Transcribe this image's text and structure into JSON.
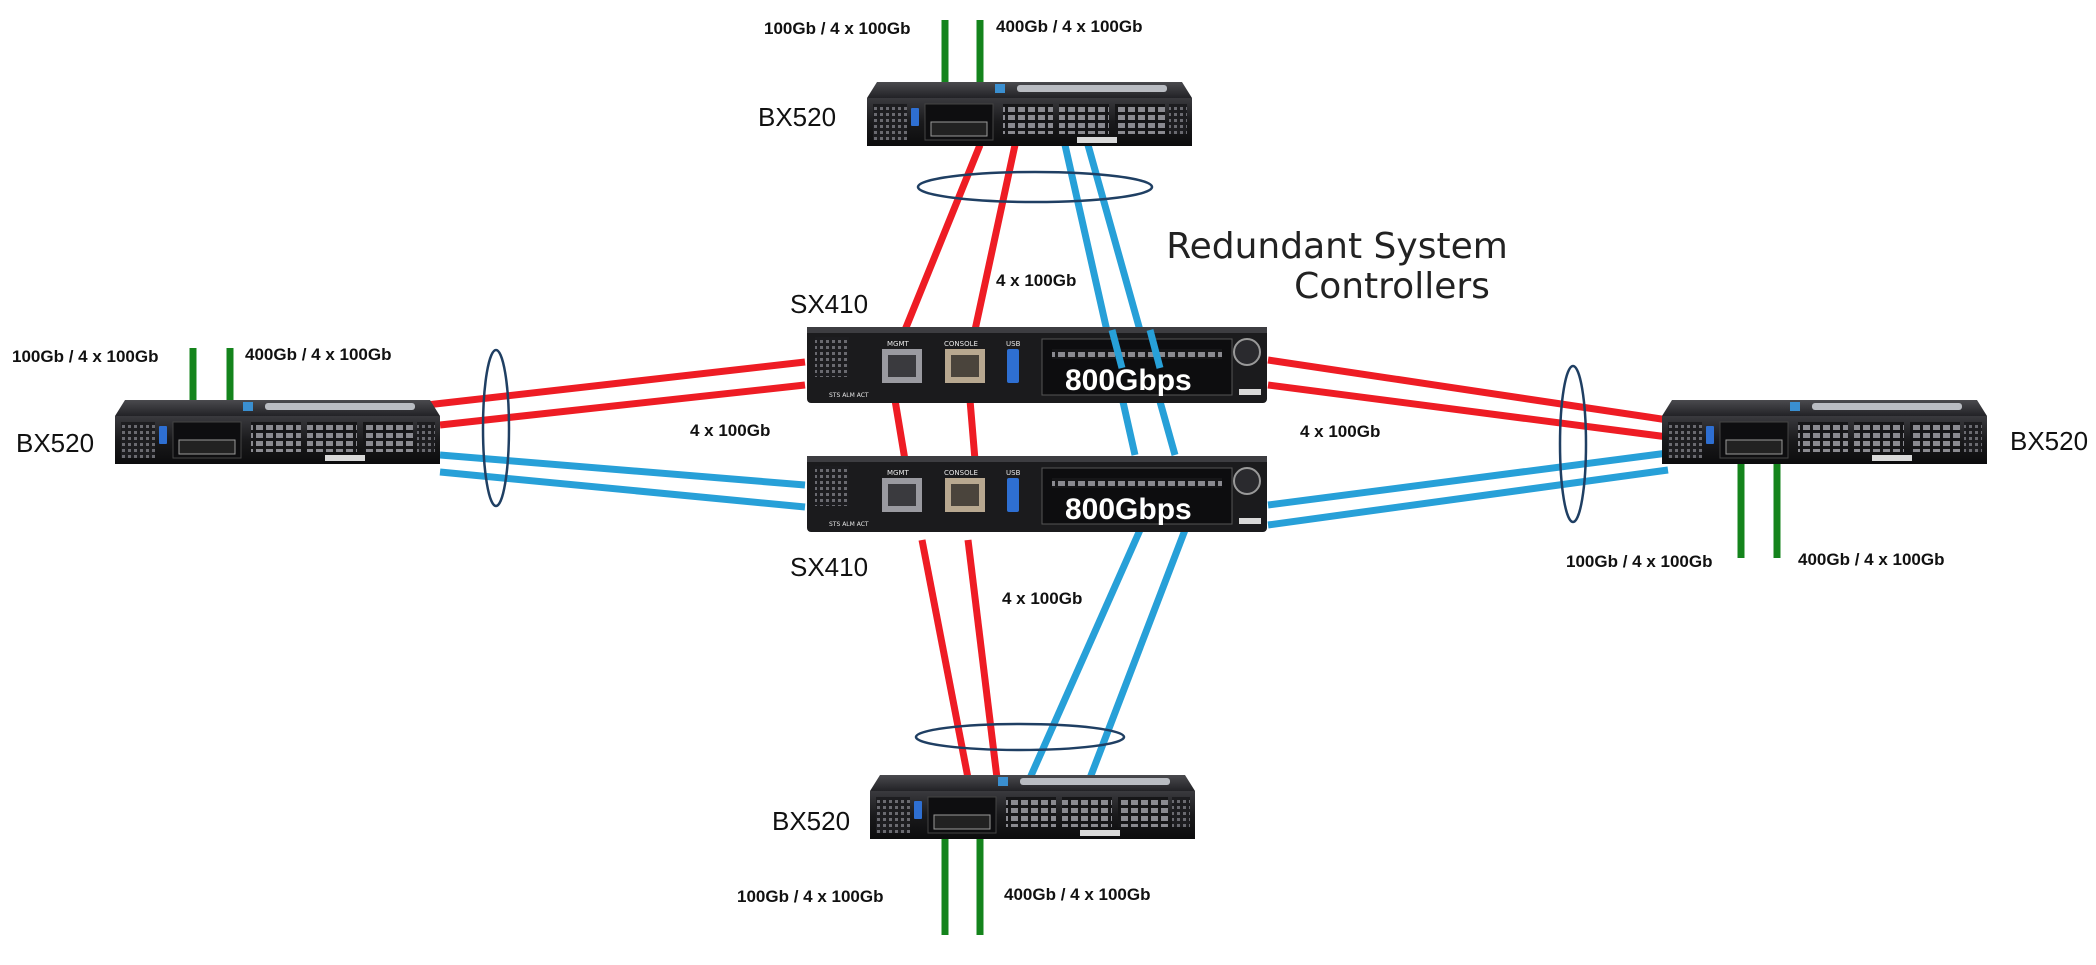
{
  "title": {
    "line1": "Redundant System",
    "line2": "Controllers"
  },
  "controllers": [
    {
      "model": "SX410",
      "throughput": "800Gbps",
      "mgmt_label": "MGMT",
      "console_label": "CONSOLE",
      "usb_label": "USB",
      "leds": "STS ALM ACT"
    },
    {
      "model": "SX410",
      "throughput": "800Gbps",
      "mgmt_label": "MGMT",
      "console_label": "CONSOLE",
      "usb_label": "USB",
      "leds": "STS ALM ACT"
    }
  ],
  "nodes": {
    "top": {
      "model": "BX520",
      "uplink_left": "100Gb / 4 x 100Gb",
      "uplink_right": "400Gb / 4 x 100Gb",
      "lag_label": "4 x 100Gb"
    },
    "left": {
      "model": "BX520",
      "uplink_left": "100Gb / 4 x 100Gb",
      "uplink_right": "400Gb / 4 x 100Gb",
      "lag_label": "4 x 100Gb"
    },
    "right": {
      "model": "BX520",
      "uplink_left": "100Gb / 4 x 100Gb",
      "uplink_right": "400Gb / 4 x 100Gb",
      "lag_label": "4 x 100Gb"
    },
    "bottom": {
      "model": "BX520",
      "uplink_left": "100Gb / 4 x 100Gb",
      "uplink_right": "400Gb / 4 x 100Gb",
      "lag_label": "4 x 100Gb"
    }
  },
  "colors": {
    "link_red": "#ee1c24",
    "link_blue": "#27a0d8",
    "uplink_green": "#14841c",
    "lag_ellipse": "#1f3f63",
    "chassis": "#1c1c1e"
  }
}
